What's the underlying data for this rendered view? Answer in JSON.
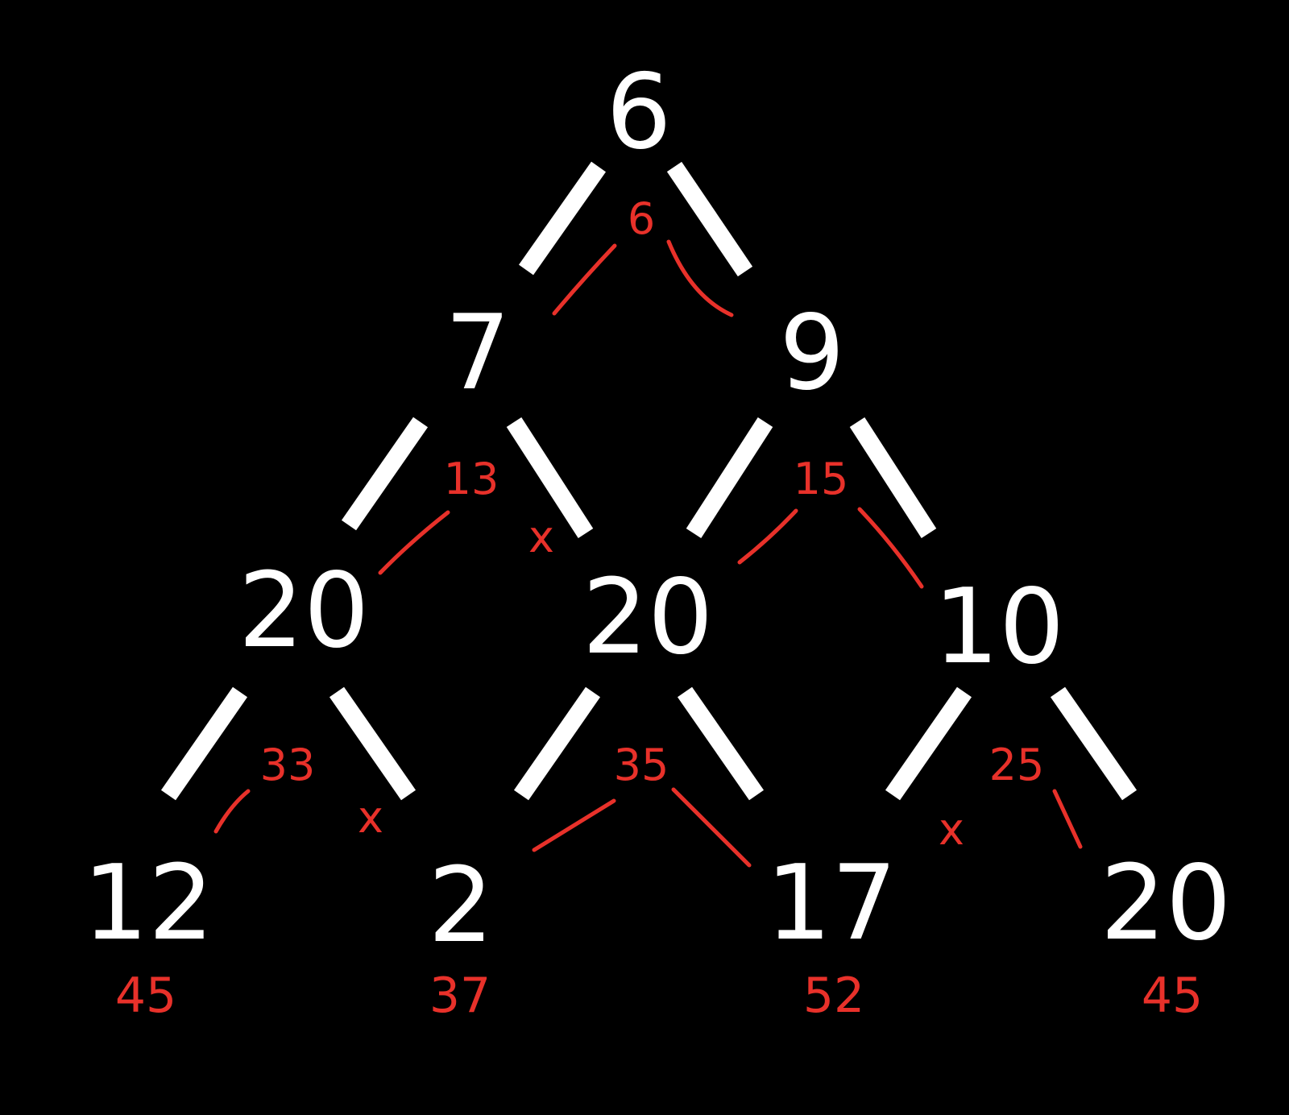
{
  "colors": {
    "background": "#000000",
    "node": "#ffffff",
    "annotation": "#e8312a"
  },
  "nodes": [
    {
      "id": "r0",
      "value": "6"
    },
    {
      "id": "r1a",
      "value": "7"
    },
    {
      "id": "r1b",
      "value": "9"
    },
    {
      "id": "r2a",
      "value": "20"
    },
    {
      "id": "r2b",
      "value": "20"
    },
    {
      "id": "r2c",
      "value": "10"
    },
    {
      "id": "r3a",
      "value": "12"
    },
    {
      "id": "r3b",
      "value": "2"
    },
    {
      "id": "r3c",
      "value": "17"
    },
    {
      "id": "r3d",
      "value": "20"
    }
  ],
  "path_sums": [
    {
      "id": "s0",
      "value": "6"
    },
    {
      "id": "s1",
      "value": "13"
    },
    {
      "id": "s2",
      "value": "15"
    },
    {
      "id": "s3",
      "value": "33"
    },
    {
      "id": "s4",
      "value": "35"
    },
    {
      "id": "s5",
      "value": "25"
    }
  ],
  "rejected_marks": [
    {
      "id": "x1",
      "value": "x"
    },
    {
      "id": "x2",
      "value": "x"
    },
    {
      "id": "x3",
      "value": "x"
    }
  ],
  "leaf_totals": [
    {
      "id": "t1",
      "value": "45"
    },
    {
      "id": "t2",
      "value": "37"
    },
    {
      "id": "t3",
      "value": "52"
    },
    {
      "id": "t4",
      "value": "45"
    }
  ]
}
